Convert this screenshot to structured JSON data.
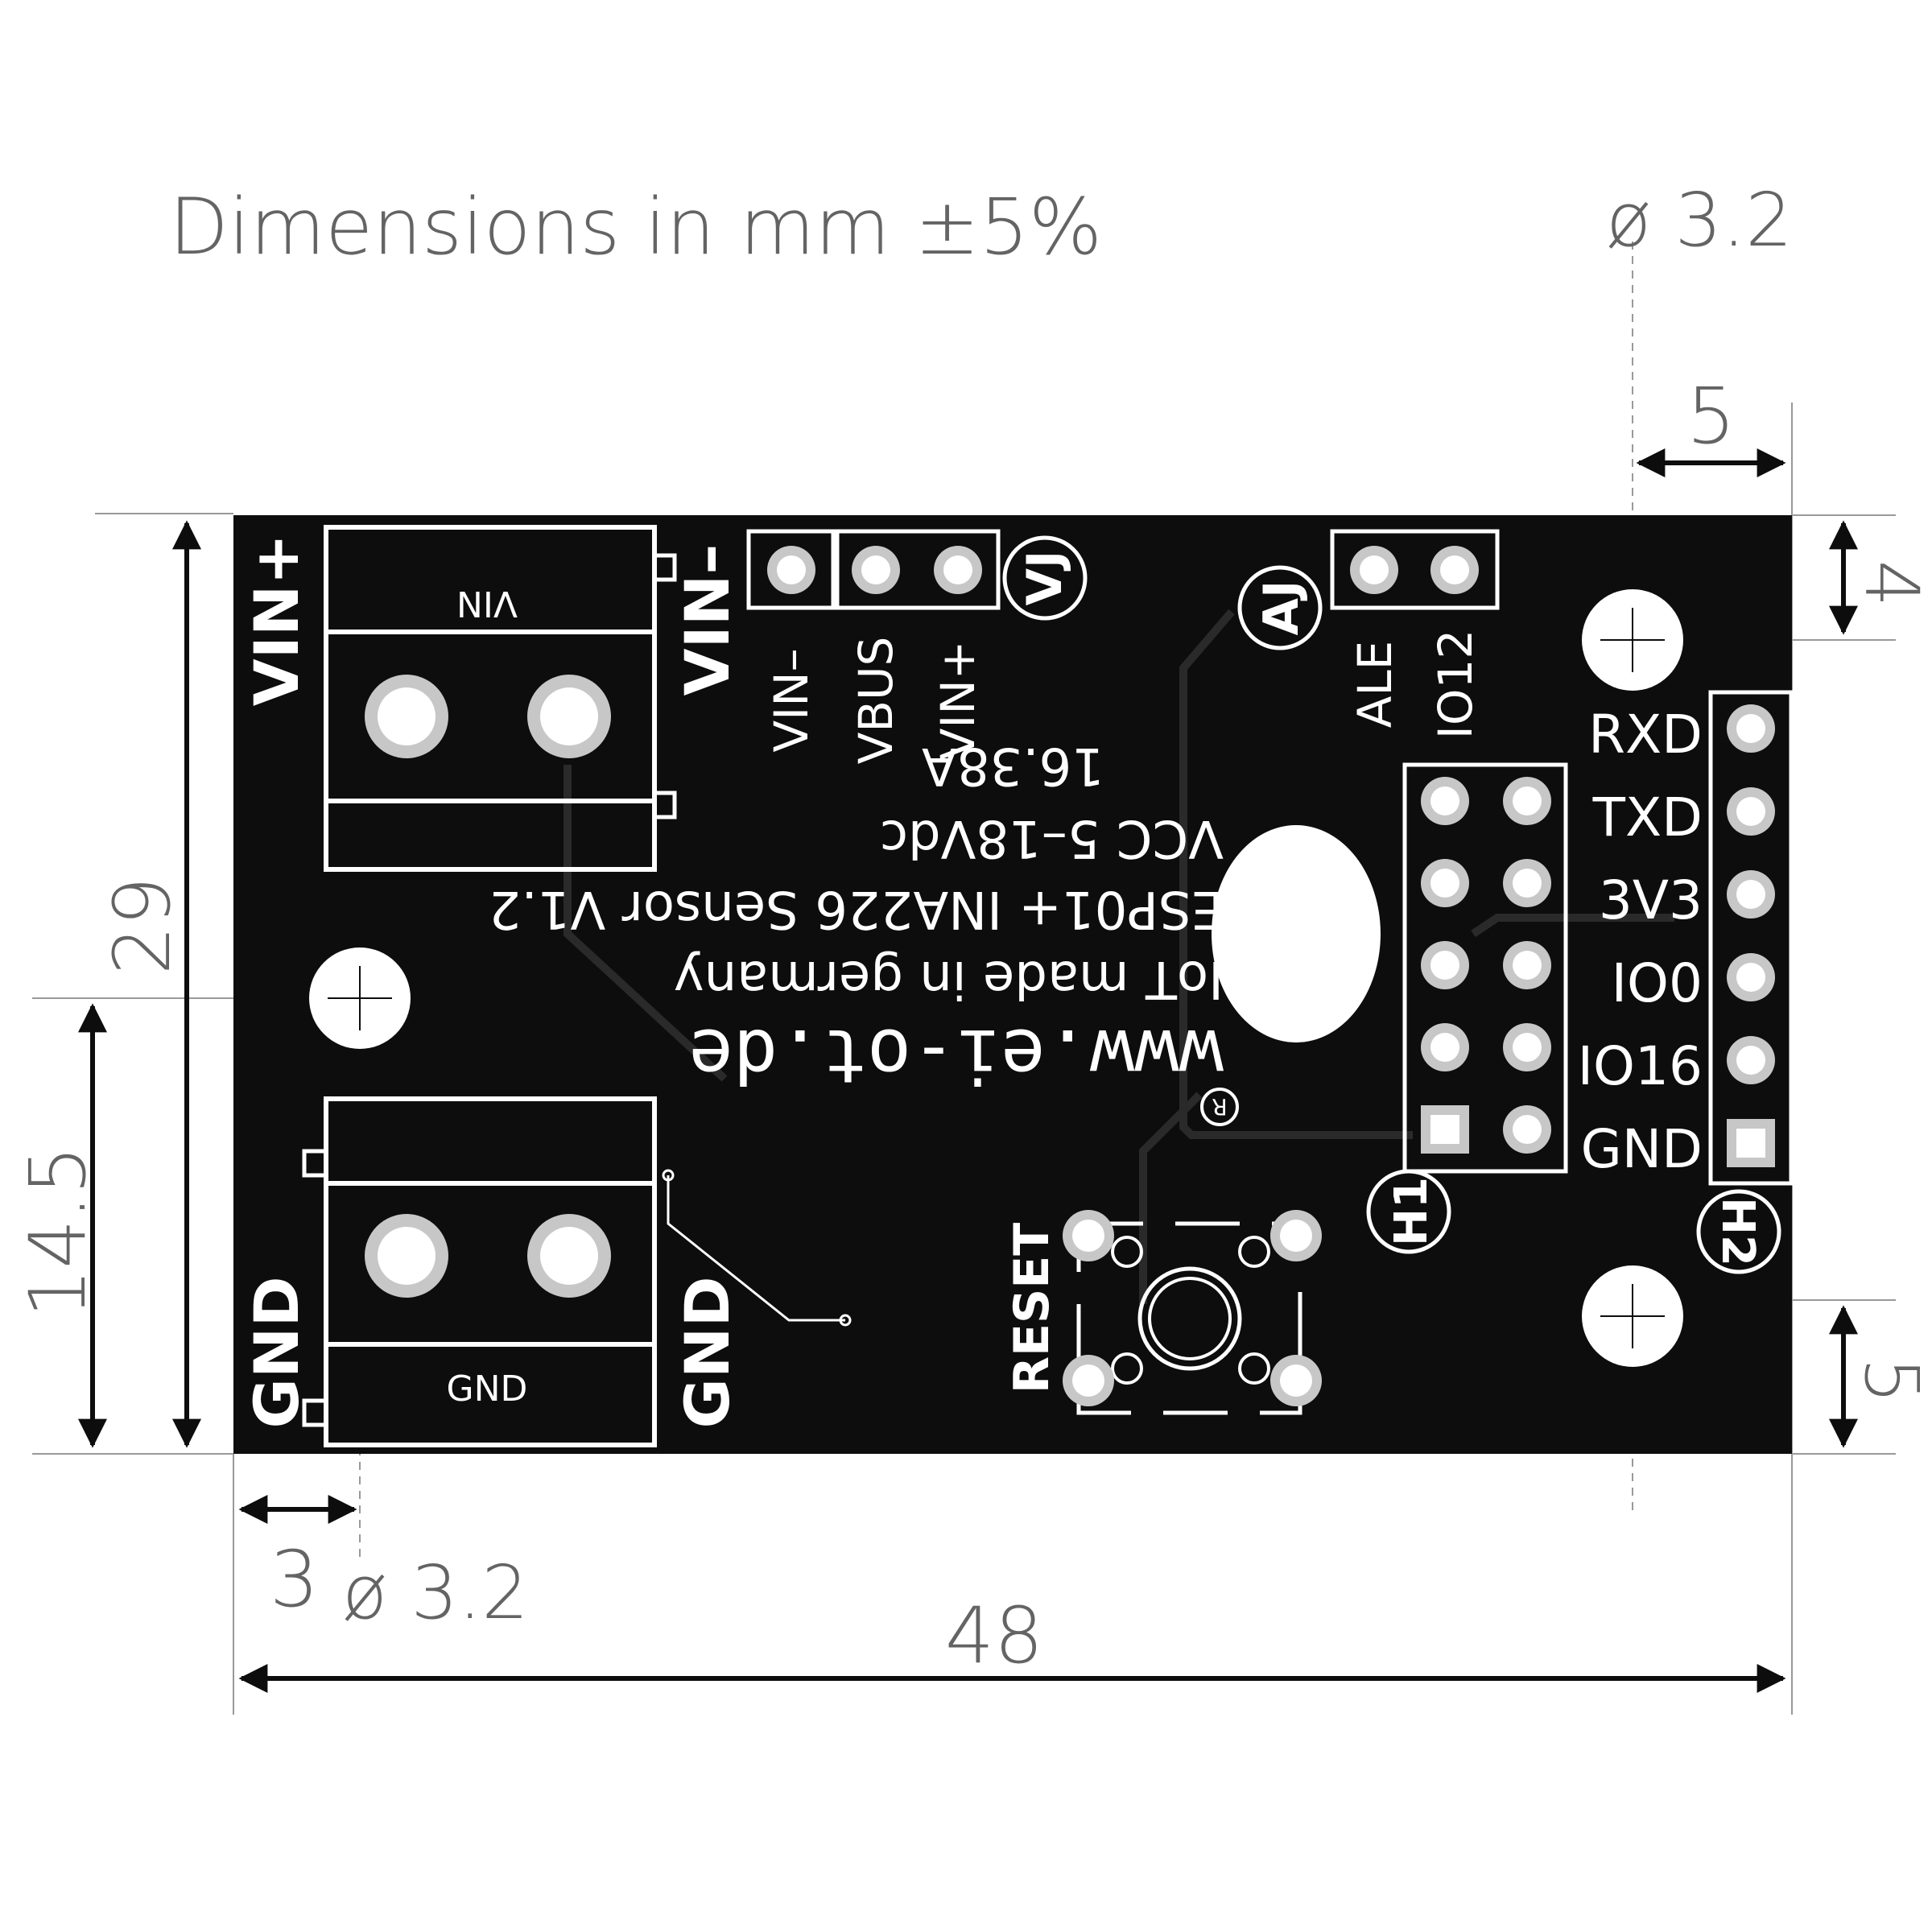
{
  "title": "Dimensions in mm ±5%",
  "dimensions": {
    "hole_top_right": "ø 3.2",
    "hole_bottom_left": "ø 3.2",
    "right_offset": "5",
    "top_offset": "4",
    "bottom_offset": "5",
    "height": "29",
    "hole_height": "14.5",
    "left_offset": "3",
    "width": "48"
  },
  "silkscreen": {
    "vin_plus": "VIN+",
    "vin_minus": "VIN–",
    "terminal_vin": "VIN",
    "gnd_left": "GND",
    "gnd_right": "GND",
    "terminal_gnd": "GND",
    "vj": "VJ",
    "vj_pins": [
      "VIN–",
      "VBUS",
      "VIN+"
    ],
    "aj": "AJ",
    "aj_pins": [
      "ALE",
      "IO12"
    ],
    "info_lines": [
      "16.38A",
      "VCC 5–18Vdc",
      "ESP01+ INA226 Sensor V1.2",
      "IoT made in germany",
      "www.ei-ot.de"
    ],
    "registered": "R",
    "reset": "RESET",
    "h1": "H1",
    "h2": "H2",
    "h2_pins": [
      "RXD",
      "TXD",
      "3V3",
      "IO0",
      "IO16",
      "GND"
    ]
  },
  "colors": {
    "board": "#0d0d0d",
    "silk": "#ffffff",
    "pad": "#c7c7c7",
    "dimension": "#646464"
  }
}
